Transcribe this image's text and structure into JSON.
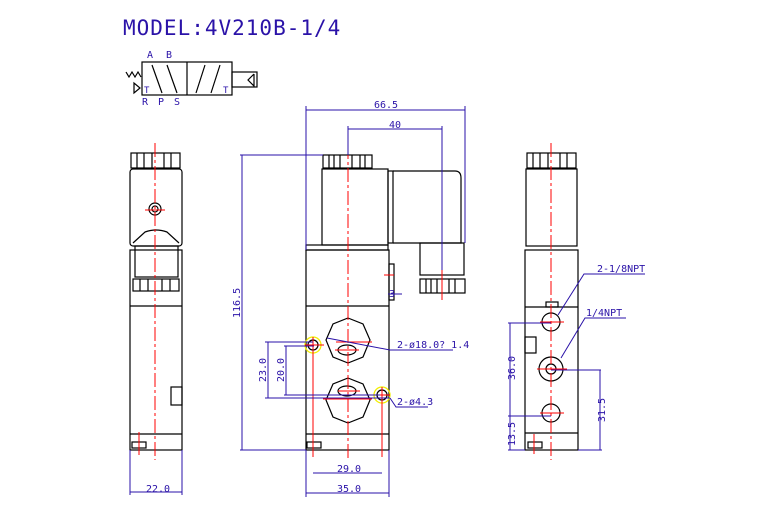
{
  "title": "MODEL:4V210B-1/4",
  "symbol": {
    "ports_top": [
      "A",
      "B"
    ],
    "ports_bottom": [
      "R",
      "P",
      "S"
    ],
    "exhaust_left": "T",
    "exhaust_right": "T"
  },
  "dimensions": {
    "overall_width": "66.5",
    "coil_offset": "40",
    "overall_height": "116.5",
    "hole_spacing_outer": "23.0",
    "hole_spacing_inner": "20.0",
    "hole_pitch": "29.0",
    "body_width": "35.0",
    "side_width": "22.0",
    "step": "3",
    "port_span": "36.0",
    "port_bottom": "13.5",
    "port_center": "31.5"
  },
  "callouts": {
    "counterbore": "2-ø18.0? 1.4",
    "mount_hole": "2-ø4.3",
    "side_ports": "2-1/8NPT",
    "main_port": "1/4NPT"
  },
  "colors": {
    "dimension": "#2a12a8",
    "centerline": "#ff0000",
    "highlight": "#f2ee00"
  }
}
